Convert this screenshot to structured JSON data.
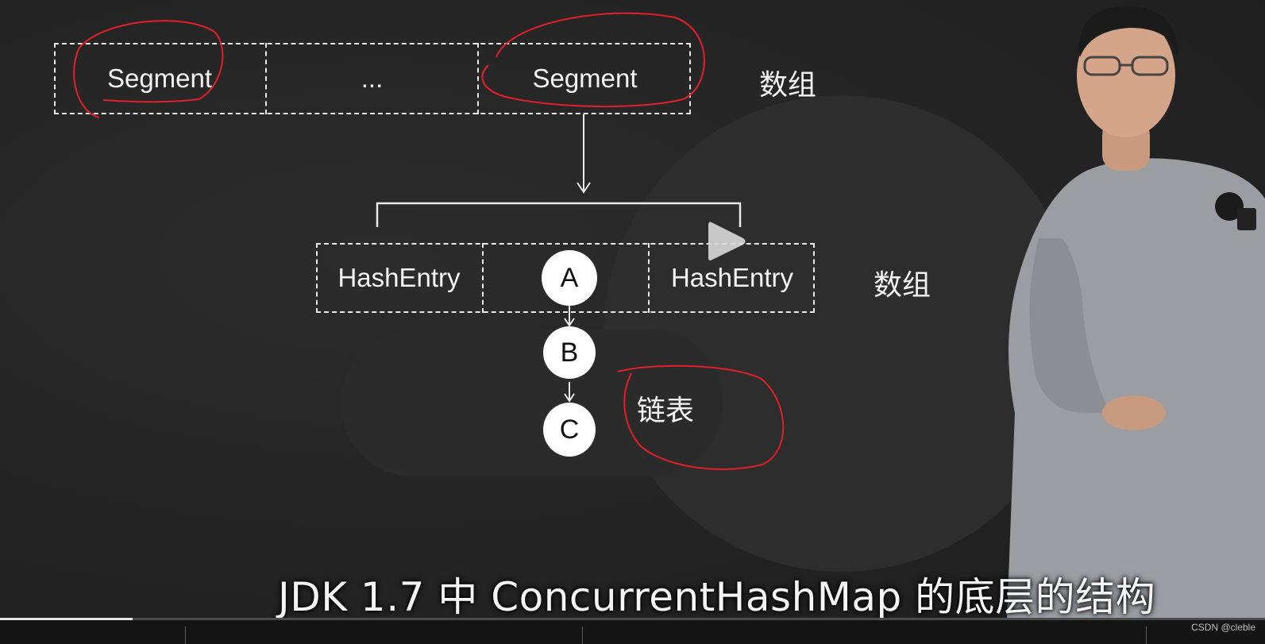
{
  "diagram": {
    "top_row": {
      "cells": [
        "Segment",
        "...",
        "Segment"
      ],
      "side_label": "数组"
    },
    "entry_row": {
      "cells": [
        "HashEntry",
        "",
        "HashEntry"
      ],
      "side_label": "数组"
    },
    "chain_nodes": [
      "A",
      "B",
      "C"
    ],
    "chain_label": "链表",
    "annotation_color": "#e0202a"
  },
  "video": {
    "subtitle": "JDK 1.7 中 ConcurrentHashMap 的底层的结构",
    "progress_fraction": 0.105,
    "play_icon": "play-icon"
  },
  "watermark": "CSDN @cleble"
}
